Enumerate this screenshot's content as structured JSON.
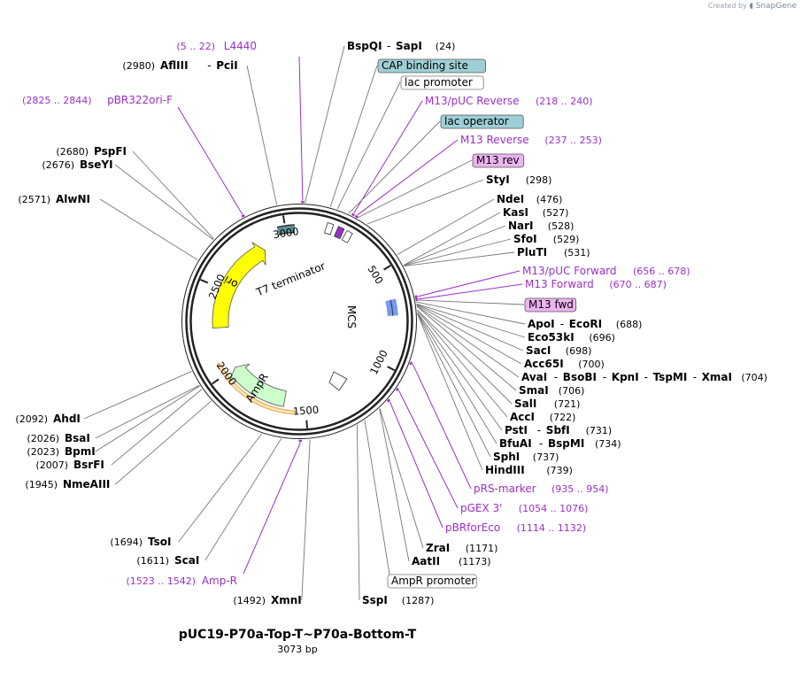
{
  "credit": {
    "prefix": "Created by",
    "brand": "SnapGene"
  },
  "title": "pUC19-P70a-Top-T~P70a-Bottom-T",
  "size_label": "3073 bp",
  "total_bp": 3073,
  "tick_labels": [
    "500",
    "1000",
    "1500",
    "2000",
    "2500",
    "3000"
  ],
  "colors": {
    "backbone": "#222222",
    "site": "#000000",
    "primer": "#9b30c8",
    "ori": "#ffff00",
    "ampr": "#ccffcc",
    "ampr_outline": "#e8a040",
    "mcs": "#7799ee",
    "cap": "#9fcfd6",
    "m13rev_box": "#ebb4f0"
  },
  "features": [
    {
      "label": "ori",
      "start": 2266,
      "end": 2854,
      "dir": "cw"
    },
    {
      "label": "AmpR",
      "start": 1626,
      "end": 2001,
      "dir": "ccw"
    },
    {
      "label": "T7 terminator",
      "start": 2960,
      "end": 3050,
      "dir": "cw"
    },
    {
      "label": "MCS",
      "start": 656,
      "end": 739
    }
  ],
  "primers": [
    {
      "label": "L4440",
      "range": "(5 .. 22)",
      "pos": 14
    },
    {
      "label": "pBR322ori-F",
      "range": "(2825 .. 2844)",
      "pos": 2834
    },
    {
      "label": "M13/pUC Reverse",
      "range": "(218 .. 240)",
      "pos": 229
    },
    {
      "label": "M13 Reverse",
      "range": "(237 .. 253)",
      "pos": 245
    },
    {
      "label": "M13/pUC Forward",
      "range": "(656 .. 678)",
      "pos": 667
    },
    {
      "label": "M13 Forward",
      "range": "(670 .. 687)",
      "pos": 678
    },
    {
      "label": "pRS-marker",
      "range": "(935 .. 954)",
      "pos": 944
    },
    {
      "label": "pGEX 3'",
      "range": "(1054 .. 1076)",
      "pos": 1065
    },
    {
      "label": "pBRforEco",
      "range": "(1114 .. 1132)",
      "pos": 1123
    },
    {
      "label": "Amp-R",
      "range": "(1523 .. 1542)",
      "pos": 1532
    }
  ],
  "boxed_labels": [
    {
      "label": "CAP binding site",
      "pos": 130,
      "style": "cap"
    },
    {
      "label": "lac promoter",
      "pos": 160,
      "style": "plain"
    },
    {
      "label": "lac operator",
      "pos": 210,
      "style": "cap"
    },
    {
      "label": "M13 rev",
      "pos": 250,
      "style": "m13"
    },
    {
      "label": "M13 fwd",
      "pos": 680,
      "style": "m13"
    },
    {
      "label": "AmpR promoter",
      "pos": 1250,
      "style": "plain"
    }
  ],
  "sites": [
    {
      "names": [
        "BspQI",
        "SapI"
      ],
      "pos": "(24)"
    },
    {
      "names": [
        "AflIII",
        "PciI"
      ],
      "pos": "(2980)"
    },
    {
      "names": [
        "PspFI"
      ],
      "pos": "(2680)"
    },
    {
      "names": [
        "BseYI"
      ],
      "pos": "(2676)"
    },
    {
      "names": [
        "AlwNI"
      ],
      "pos": "(2571)"
    },
    {
      "names": [
        "StyI"
      ],
      "pos": "(298)"
    },
    {
      "names": [
        "NdeI"
      ],
      "pos": "(476)"
    },
    {
      "names": [
        "KasI"
      ],
      "pos": "(527)"
    },
    {
      "names": [
        "NarI"
      ],
      "pos": "(528)"
    },
    {
      "names": [
        "SfoI"
      ],
      "pos": "(529)"
    },
    {
      "names": [
        "PluTI"
      ],
      "pos": "(531)"
    },
    {
      "names": [
        "ApoI",
        "EcoRI"
      ],
      "pos": "(688)"
    },
    {
      "names": [
        "Eco53kI"
      ],
      "pos": "(696)"
    },
    {
      "names": [
        "SacI"
      ],
      "pos": "(698)"
    },
    {
      "names": [
        "Acc65I"
      ],
      "pos": "(700)"
    },
    {
      "names": [
        "AvaI",
        "BsoBI",
        "KpnI",
        "TspMI",
        "XmaI"
      ],
      "pos": "(704)"
    },
    {
      "names": [
        "SmaI"
      ],
      "pos": "(706)"
    },
    {
      "names": [
        "SalI"
      ],
      "pos": "(721)"
    },
    {
      "names": [
        "AccI"
      ],
      "pos": "(722)"
    },
    {
      "names": [
        "PstI",
        "SbfI"
      ],
      "pos": "(731)"
    },
    {
      "names": [
        "BfuAI",
        "BspMI"
      ],
      "pos": "(734)"
    },
    {
      "names": [
        "SphI"
      ],
      "pos": "(737)"
    },
    {
      "names": [
        "HindIII"
      ],
      "pos": "(739)"
    },
    {
      "names": [
        "ZraI"
      ],
      "pos": "(1171)"
    },
    {
      "names": [
        "AatII"
      ],
      "pos": "(1173)"
    },
    {
      "names": [
        "SspI"
      ],
      "pos": "(1287)"
    },
    {
      "names": [
        "XmnI"
      ],
      "pos": "(1492)"
    },
    {
      "names": [
        "ScaI"
      ],
      "pos": "(1611)"
    },
    {
      "names": [
        "TsoI"
      ],
      "pos": "(1694)"
    },
    {
      "names": [
        "NmeAIII"
      ],
      "pos": "(1945)"
    },
    {
      "names": [
        "BsrFI"
      ],
      "pos": "(2007)"
    },
    {
      "names": [
        "BpmI"
      ],
      "pos": "(2023)"
    },
    {
      "names": [
        "BsaI"
      ],
      "pos": "(2026)"
    },
    {
      "names": [
        "AhdI"
      ],
      "pos": "(2092)"
    }
  ]
}
